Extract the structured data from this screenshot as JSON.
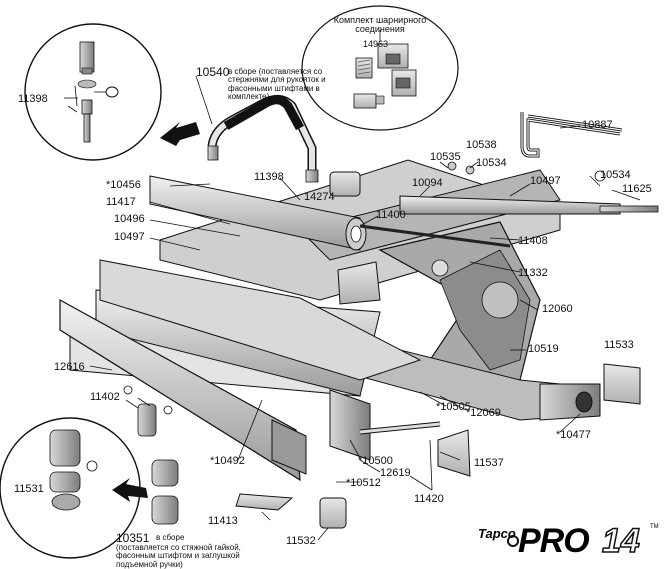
{
  "labels": {
    "p10540": "10540",
    "p10540_note": "в сборе (поставляется со стержнями для рукояток и фасонными штифтами в комплекте)",
    "hinge_title": "Комплект шарнирного соединения",
    "hinge_num": "14963",
    "p11398_top": "11398",
    "p10887": "10887",
    "p10535": "10535",
    "p10538": "10538",
    "p10534a": "10534",
    "p10094": "10094",
    "p10497_top": "10497",
    "p10534b": "10534",
    "p11625": "11625",
    "p10456": "*10456",
    "p11417": "11417",
    "p10496": "10496",
    "p10497": "10497",
    "p11398": "11398",
    "p14274": "14274",
    "p11400": "11400",
    "p11408": "11408",
    "p11332": "11332",
    "p12060": "12060",
    "p10519": "10519",
    "p11533": "11533",
    "p12616": "12616",
    "p11402": "11402",
    "p10505": "*10505",
    "p12069": "*12069",
    "p10477": "*10477",
    "p10492": "*10492",
    "p10500": "*10500",
    "p12619": "12619",
    "p11537": "11537",
    "p10512": "*10512",
    "p11420": "11420",
    "p11531": "11531",
    "p11413": "11413",
    "p11532": "11532",
    "p10351": "10351",
    "p10351_sub": "в сборе",
    "p10351_note": "(поставляется со стяжной гайкой, фасонным штифтом  и заглушкой подъемной ручки)"
  },
  "brand": {
    "tapco": "Tapco",
    "pro": "PRO",
    "model": "14",
    "tm": "TM"
  }
}
